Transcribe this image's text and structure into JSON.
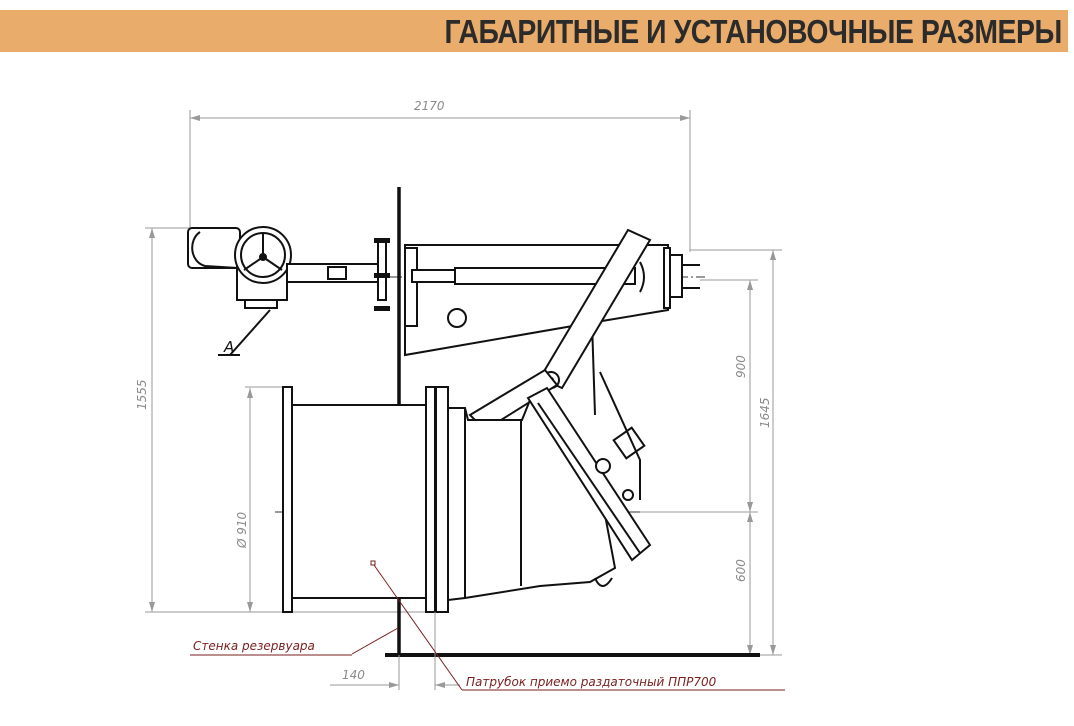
{
  "header": {
    "title": "ГАБАРИТНЫЕ И УСТАНОВОЧНЫЕ РАЗМЕРЫ",
    "background": "#E9AC6B"
  },
  "drawing": {
    "dimensions": {
      "overall_width": "2170",
      "overall_height": "1555",
      "pipe_diameter": "Ø 910",
      "upper_height": "900",
      "total_height": "1645",
      "axis_height": "600",
      "wall_offset": "140"
    },
    "view_label": "А",
    "labels": {
      "tank_wall": "Стенка резервуара",
      "nozzle": "Патрубок приемо раздаточный ППР700"
    },
    "label_color": "#7a1f1f"
  }
}
